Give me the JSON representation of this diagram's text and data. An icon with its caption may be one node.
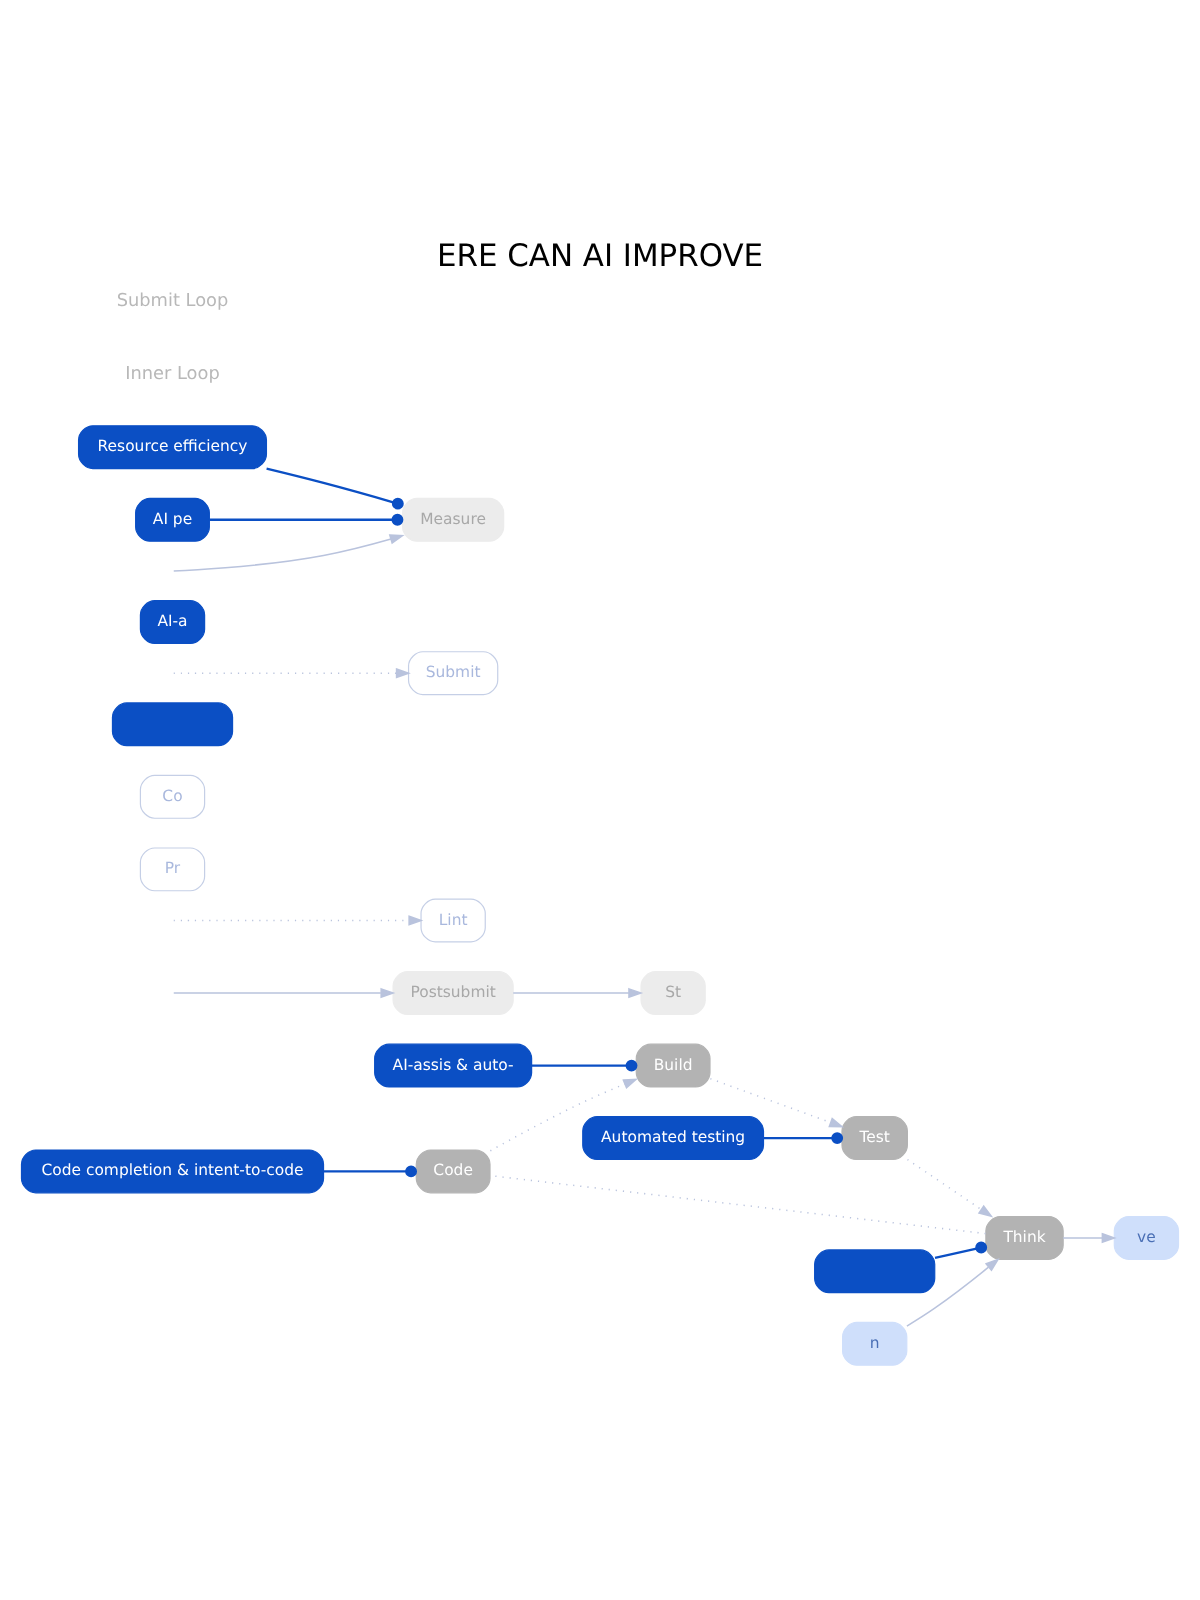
{
  "diagram": {
    "title": "ERE CAN AI IMPROVE",
    "nodes": [
      {
        "text": [
          "Code completion & intent-to-code"
        ]
      },
      {
        "text": [],
        "shape": "box"
      },
      {
        "text": [
          "Postsubmit"
        ]
      },
      {
        "text": [
          "St"
        ]
      },
      {
        "text": [
          "Lint"
        ]
      },
      {
        "text": [
          "AI-assis & auto-"
        ]
      },
      {
        "text": [
          "ve"
        ]
      },
      {
        "text": [
          "Code"
        ]
      },
      {
        "text": [
          "Pr"
        ]
      },
      {
        "text": [
          "Think"
        ]
      },
      {
        "text": [
          "Build"
        ]
      },
      {
        "text": [
          "n"
        ]
      },
      {
        "text": [
          "Co"
        ]
      },
      {
        "text": [
          "Test"
        ]
      },
      {
        "text": [],
        "shape": "box"
      },
      {
        "text": [
          "Automated testing"
        ]
      },
      {
        "text": [
          "Submit"
        ]
      },
      {
        "text": [
          "AI-a"
        ]
      },
      {
        "text": [
          "Measure"
        ]
      },
      {
        "text": [
          "Resource efficiency"
        ]
      },
      {
        "text": [
          "AI pe"
        ]
      }
    ],
    "edges": [
      {
        "from": 0,
        "to": 7,
        "arrow": "other",
        "color": "#0b4fc4"
      },
      {
        "from": 1,
        "to": 9,
        "arrow": "other",
        "color": "#0b4fc4"
      },
      {
        "from": 5,
        "to": 10,
        "arrow": "other",
        "color": "#0b4fc4"
      },
      {
        "from": 15,
        "to": 13,
        "arrow": "other",
        "color": "#0b4fc4"
      },
      {
        "from": 19,
        "to": 18,
        "arrow": "other",
        "color": "#0b4fc4"
      },
      {
        "from": 20,
        "to": 18,
        "arrow": "other",
        "color": "#0b4fc4"
      },
      {
        "from": 9,
        "to": 7,
        "arrow": "none",
        "style": "dashed"
      },
      {
        "from": 7,
        "to": 10,
        "arrow": "to",
        "style": "dashed"
      },
      {
        "from": 10,
        "to": 13,
        "arrow": "to",
        "style": "dashed"
      },
      {
        "from": 13,
        "to": 9,
        "arrow": "to",
        "style": "dashed"
      },
      {
        "from": 9,
        "to": 6,
        "arrow": "to"
      },
      {
        "from": 11,
        "to": 9,
        "arrow": "to"
      },
      {
        "from": null,
        "to": 2,
        "arrow": "to"
      },
      {
        "from": 2,
        "to": 3,
        "arrow": "to"
      },
      {
        "from": null,
        "to": 4,
        "arrow": "to",
        "style": "dashed"
      },
      {
        "from": null,
        "to": 16,
        "arrow": "to",
        "style": "dashed"
      },
      {
        "from": null,
        "to": 18,
        "arrow": "to"
      }
    ],
    "labels": [
      "Inner Loop",
      "Submit Loop"
    ]
  }
}
